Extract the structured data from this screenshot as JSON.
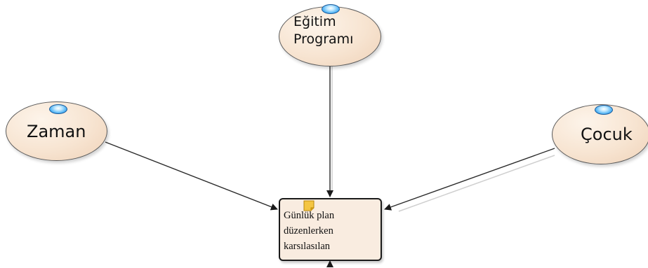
{
  "nodes": {
    "egitim": {
      "line1": "Eğitim",
      "line2": "Programı"
    },
    "zaman": {
      "label": "Zaman"
    },
    "cocuk": {
      "label": "Çocuk"
    },
    "center": {
      "line1": "Günlük plan",
      "line2": "düzenlerken",
      "line3": "karsılasılan"
    }
  },
  "colors": {
    "node_fill": "#f7e4d1",
    "node_border": "#5a5a5a",
    "center_fill": "#f9ece0",
    "pin_blue": "#3aa8f2",
    "edge": "#2b2b2b"
  },
  "icons": [
    "pin-icon",
    "note-icon"
  ]
}
